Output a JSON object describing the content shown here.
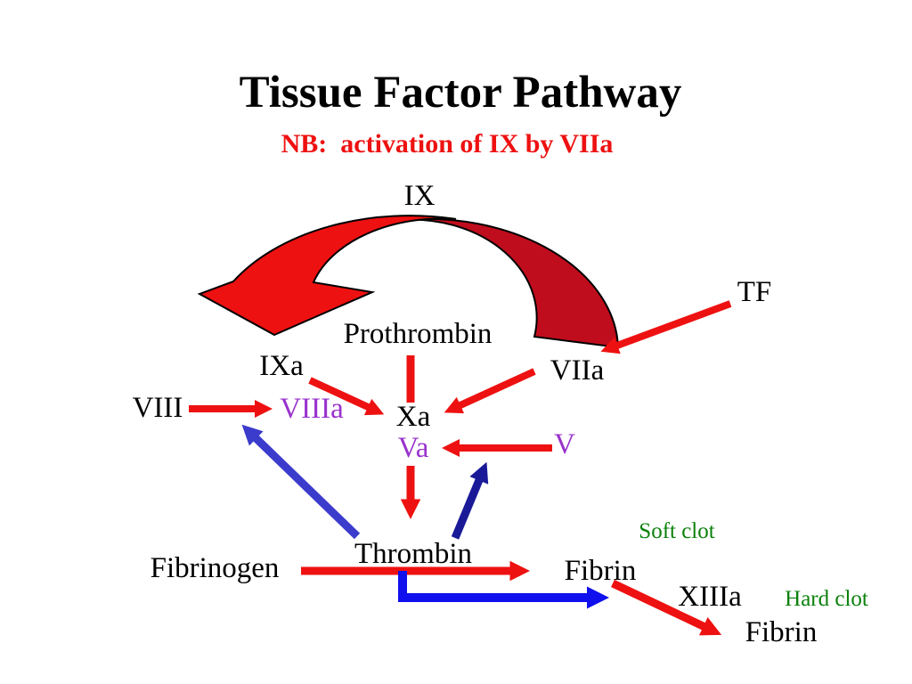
{
  "slide": {
    "title": "Tissue Factor Pathway",
    "subtitle": "NB:  activation of IX by VIIa"
  },
  "colors": {
    "background": "#FFFFFF",
    "black": "#000000",
    "red": "#EE1111",
    "dark_red": "#C00D1D",
    "purple": "#9933CC",
    "blue": "#3B3BCC",
    "navy": "#1A1A99",
    "bright_blue": "#1010EE",
    "green": "#0A800A"
  },
  "labels": {
    "ix": "IX",
    "prothrombin": "Prothrombin",
    "ixa": "IXa",
    "viia": "VIIa",
    "tf": "TF",
    "viii": "VIII",
    "viiia": "VIIIa",
    "xa": "Xa",
    "va": "Va",
    "v": "V",
    "thrombin": "Thrombin",
    "fibrinogen": "Fibrinogen",
    "fibrin_soft": "Fibrin",
    "soft_clot": "Soft clot",
    "xiiia": "XIIIa",
    "hard_clot": "Hard clot",
    "fibrin_hard": "Fibrin"
  },
  "relations": [
    {
      "from": "IX",
      "to": "IXa",
      "color": "red",
      "style": "thick curved arrow"
    },
    {
      "from": "TF",
      "to": "VIIa",
      "color": "red",
      "style": "straight arrow"
    },
    {
      "from": "VIIa",
      "to": "Xa",
      "color": "red",
      "style": "straight arrow"
    },
    {
      "from": "IXa",
      "to": "Xa",
      "color": "red",
      "style": "straight arrow"
    },
    {
      "from": "VIII",
      "to": "VIIIa",
      "color": "red",
      "style": "straight arrow"
    },
    {
      "from": "Prothrombin",
      "to": "Thrombin",
      "color": "red",
      "style": "vertical arrow passing Xa/Va"
    },
    {
      "from": "V",
      "to": "Va",
      "color": "red",
      "style": "straight arrow"
    },
    {
      "from": "Fibrinogen",
      "to": "Fibrin (soft clot)",
      "color": "red",
      "style": "straight arrow"
    },
    {
      "from": "Fibrin (soft clot)",
      "to": "Fibrin (hard clot)",
      "via": "XIIIa",
      "color": "red",
      "style": "straight arrow"
    },
    {
      "from": "Thrombin",
      "to": "VIIIa",
      "color": "blue",
      "style": "straight arrow"
    },
    {
      "from": "Thrombin",
      "to": "Va",
      "color": "navy",
      "style": "straight arrow"
    },
    {
      "from": "Thrombin",
      "to": "Fibrin (soft clot)",
      "color": "bright_blue",
      "style": "elbow arrow"
    }
  ]
}
